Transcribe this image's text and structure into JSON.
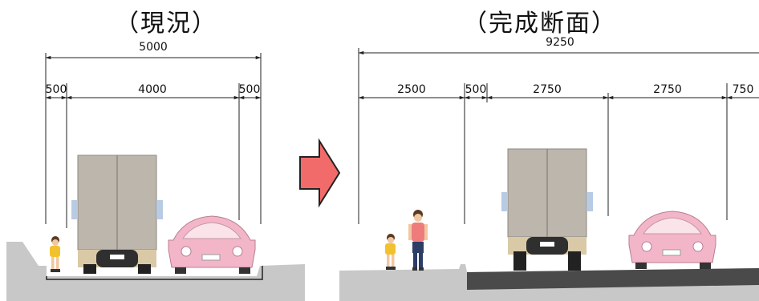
{
  "current": {
    "title": "（現況）",
    "total": "5000",
    "segments": [
      "500",
      "4000",
      "500"
    ]
  },
  "completed": {
    "title": "（完成断面）",
    "total": "9250",
    "segments": [
      "2500",
      "500",
      "2750",
      "2750",
      "750"
    ]
  },
  "colors": {
    "ground": "#c8c8c8",
    "pavement": "#4a4a4a",
    "arrow": "#f26b6b",
    "truck": "#bcb6ad",
    "car": "#f3b6c8"
  }
}
